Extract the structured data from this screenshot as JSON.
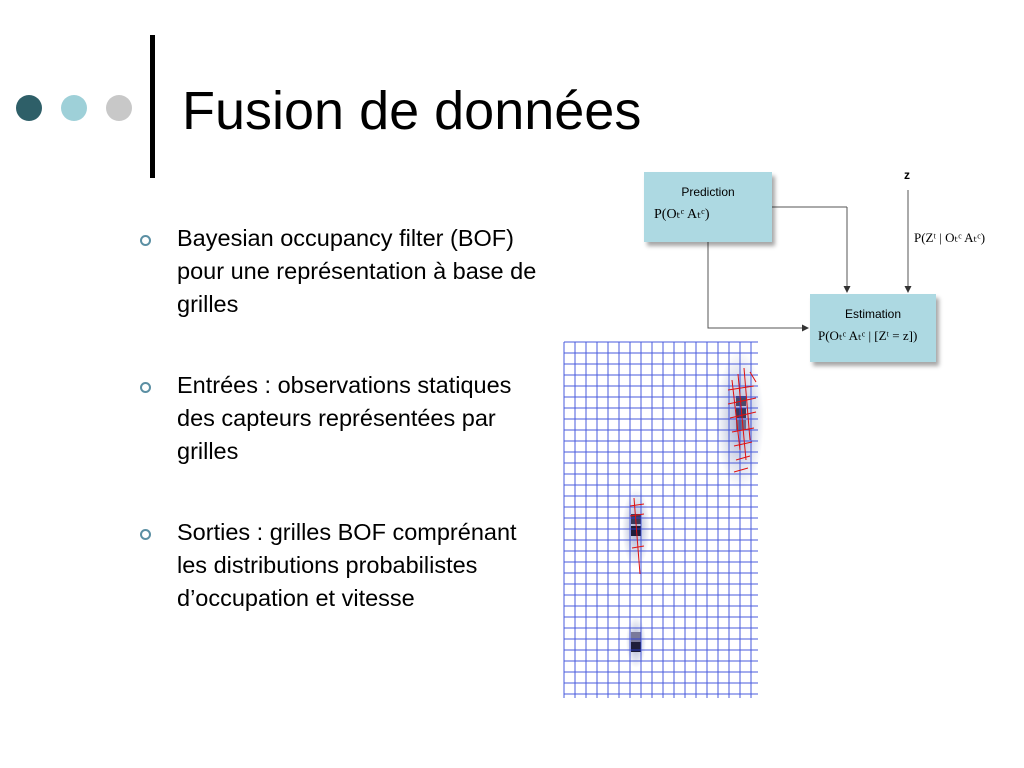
{
  "slide": {
    "title": "Fusion de données",
    "bullets": [
      "Bayesian occupancy filter (BOF) pour une représentation à base de grilles",
      "Entrées : observations statiques des capteurs représentées par grilles",
      "Sorties : grilles BOF comprénant les distributions probabilistes d’occupation et vitesse"
    ]
  },
  "diagram": {
    "prediction_label": "Prediction",
    "prediction_formula": "P(Oₜᶜ Aₜᶜ)",
    "estimation_label": "Estimation",
    "estimation_formula": "P(Oₜᶜ Aₜᶜ | [Zᵗ = z])",
    "z_label": "z",
    "observation_formula": "P(Zᵗ | Oₜᶜ Aₜᶜ)"
  },
  "colors": {
    "dot_dark": "#2e5f68",
    "dot_light": "#9ed0d8",
    "dot_grey": "#c8c8c8",
    "bullet": "#5b8fa3",
    "box_fill": "#add9e2",
    "grid": "#2a3fd6",
    "velocity": "#e01010"
  }
}
